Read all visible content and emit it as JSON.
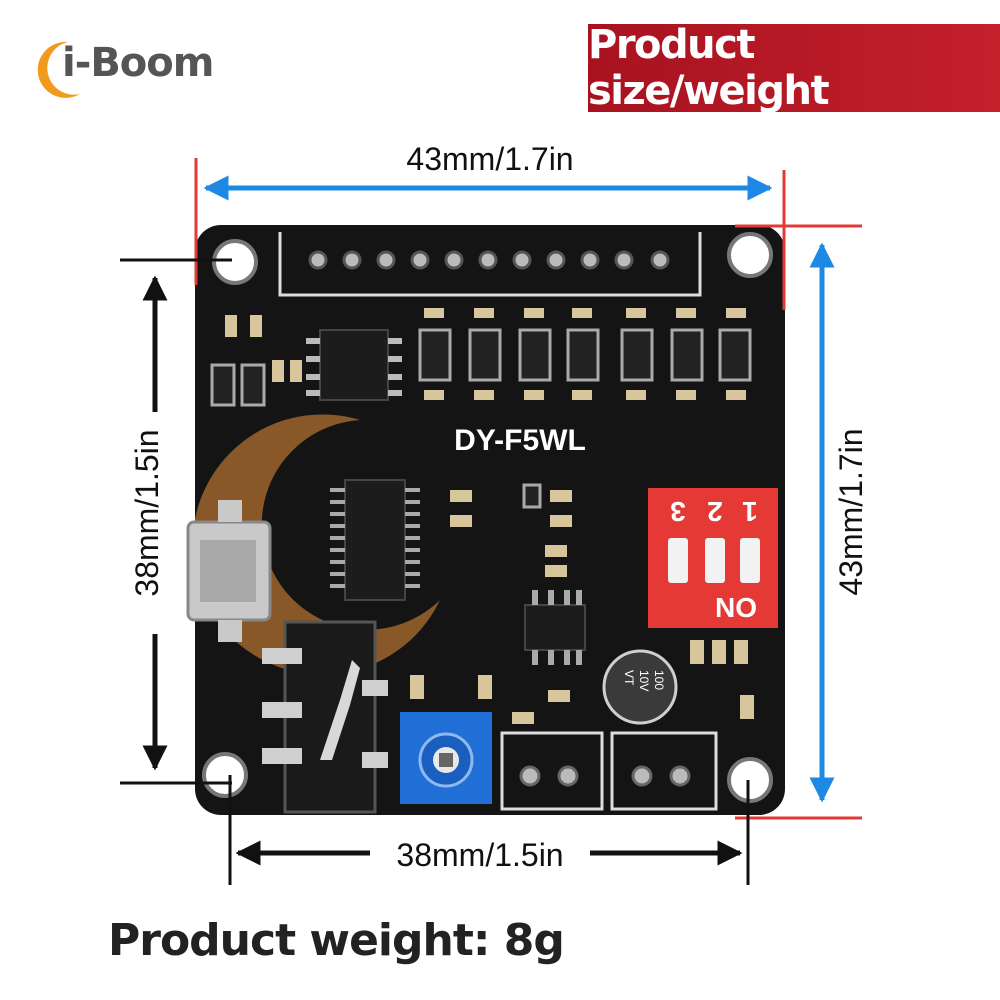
{
  "brand": {
    "name": "i-Boom"
  },
  "banner": {
    "title": "Product size/weight"
  },
  "dimensions": {
    "top_width": "43mm/1.7in",
    "bottom_width": "38mm/1.5in",
    "left_height": "38mm/1.5in",
    "right_height": "43mm/1.7in"
  },
  "board": {
    "model": "DY-F5WL",
    "switch_numbers": [
      "3",
      "2",
      "1"
    ],
    "switch_on": "ON",
    "capacitor_text": [
      "100",
      "10V",
      "VT"
    ]
  },
  "weight": {
    "label": "Product weight: 8g"
  },
  "colors": {
    "banner": "#b3171f",
    "arrow_blue": "#1e88e5",
    "guide_red": "#e53935",
    "pcb": "#141414",
    "dip_switch": "#e53935",
    "potentiometer": "#1f6fd6"
  }
}
